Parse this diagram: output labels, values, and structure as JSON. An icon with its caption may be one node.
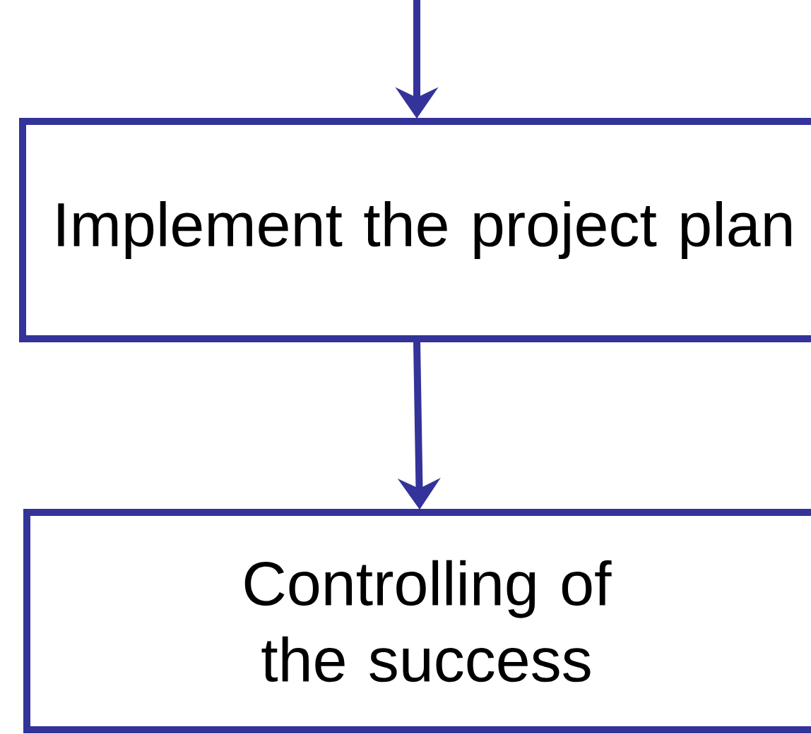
{
  "diagram": {
    "nodes": [
      {
        "text": [
          "Implement the project plan"
        ]
      },
      {
        "text": [
          "Controlling of the success"
        ]
      }
    ],
    "edges": [
      {
        "from": null,
        "to": 0,
        "arrow": "to"
      },
      {
        "from": 0,
        "to": 1,
        "arrow": "to"
      }
    ]
  }
}
